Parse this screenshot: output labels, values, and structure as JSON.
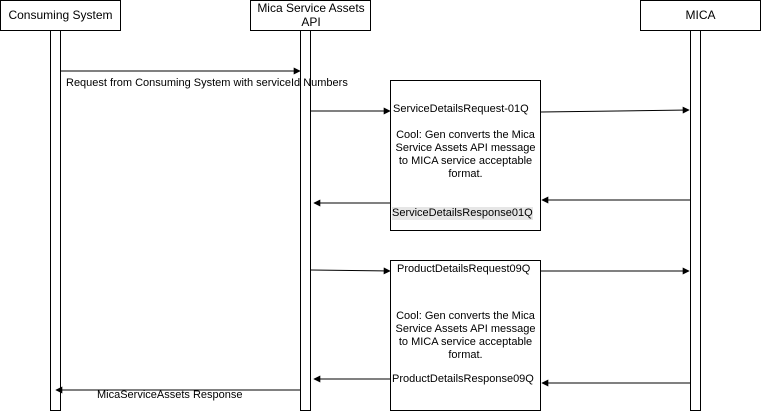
{
  "participants": {
    "consuming": "Consuming System",
    "api": "Mica Service Assets API",
    "mica": "MICA"
  },
  "messages": {
    "request_from_consuming": "Request from Consuming System with serviceId Numbers",
    "service_details_request": "ServiceDetailsRequest-01Q",
    "service_details_response": "ServiceDetailsResponse01Q",
    "product_details_request": "ProductDetailsRequest09Q",
    "product_details_response": "ProductDetailsResponse09Q",
    "mica_service_assets_response": "MicaServiceAssets Response"
  },
  "notes": {
    "gen_note_1": "Cool: Gen  converts the Mica Service Assets API message to MICA service acceptable format.",
    "gen_note_2": "Cool: Gen  converts the Mica Service Assets API message to MICA service acceptable format."
  },
  "colors": {
    "line": "#000000",
    "box_fill": "#ffffff",
    "label_highlight": "#e6e6e6"
  }
}
